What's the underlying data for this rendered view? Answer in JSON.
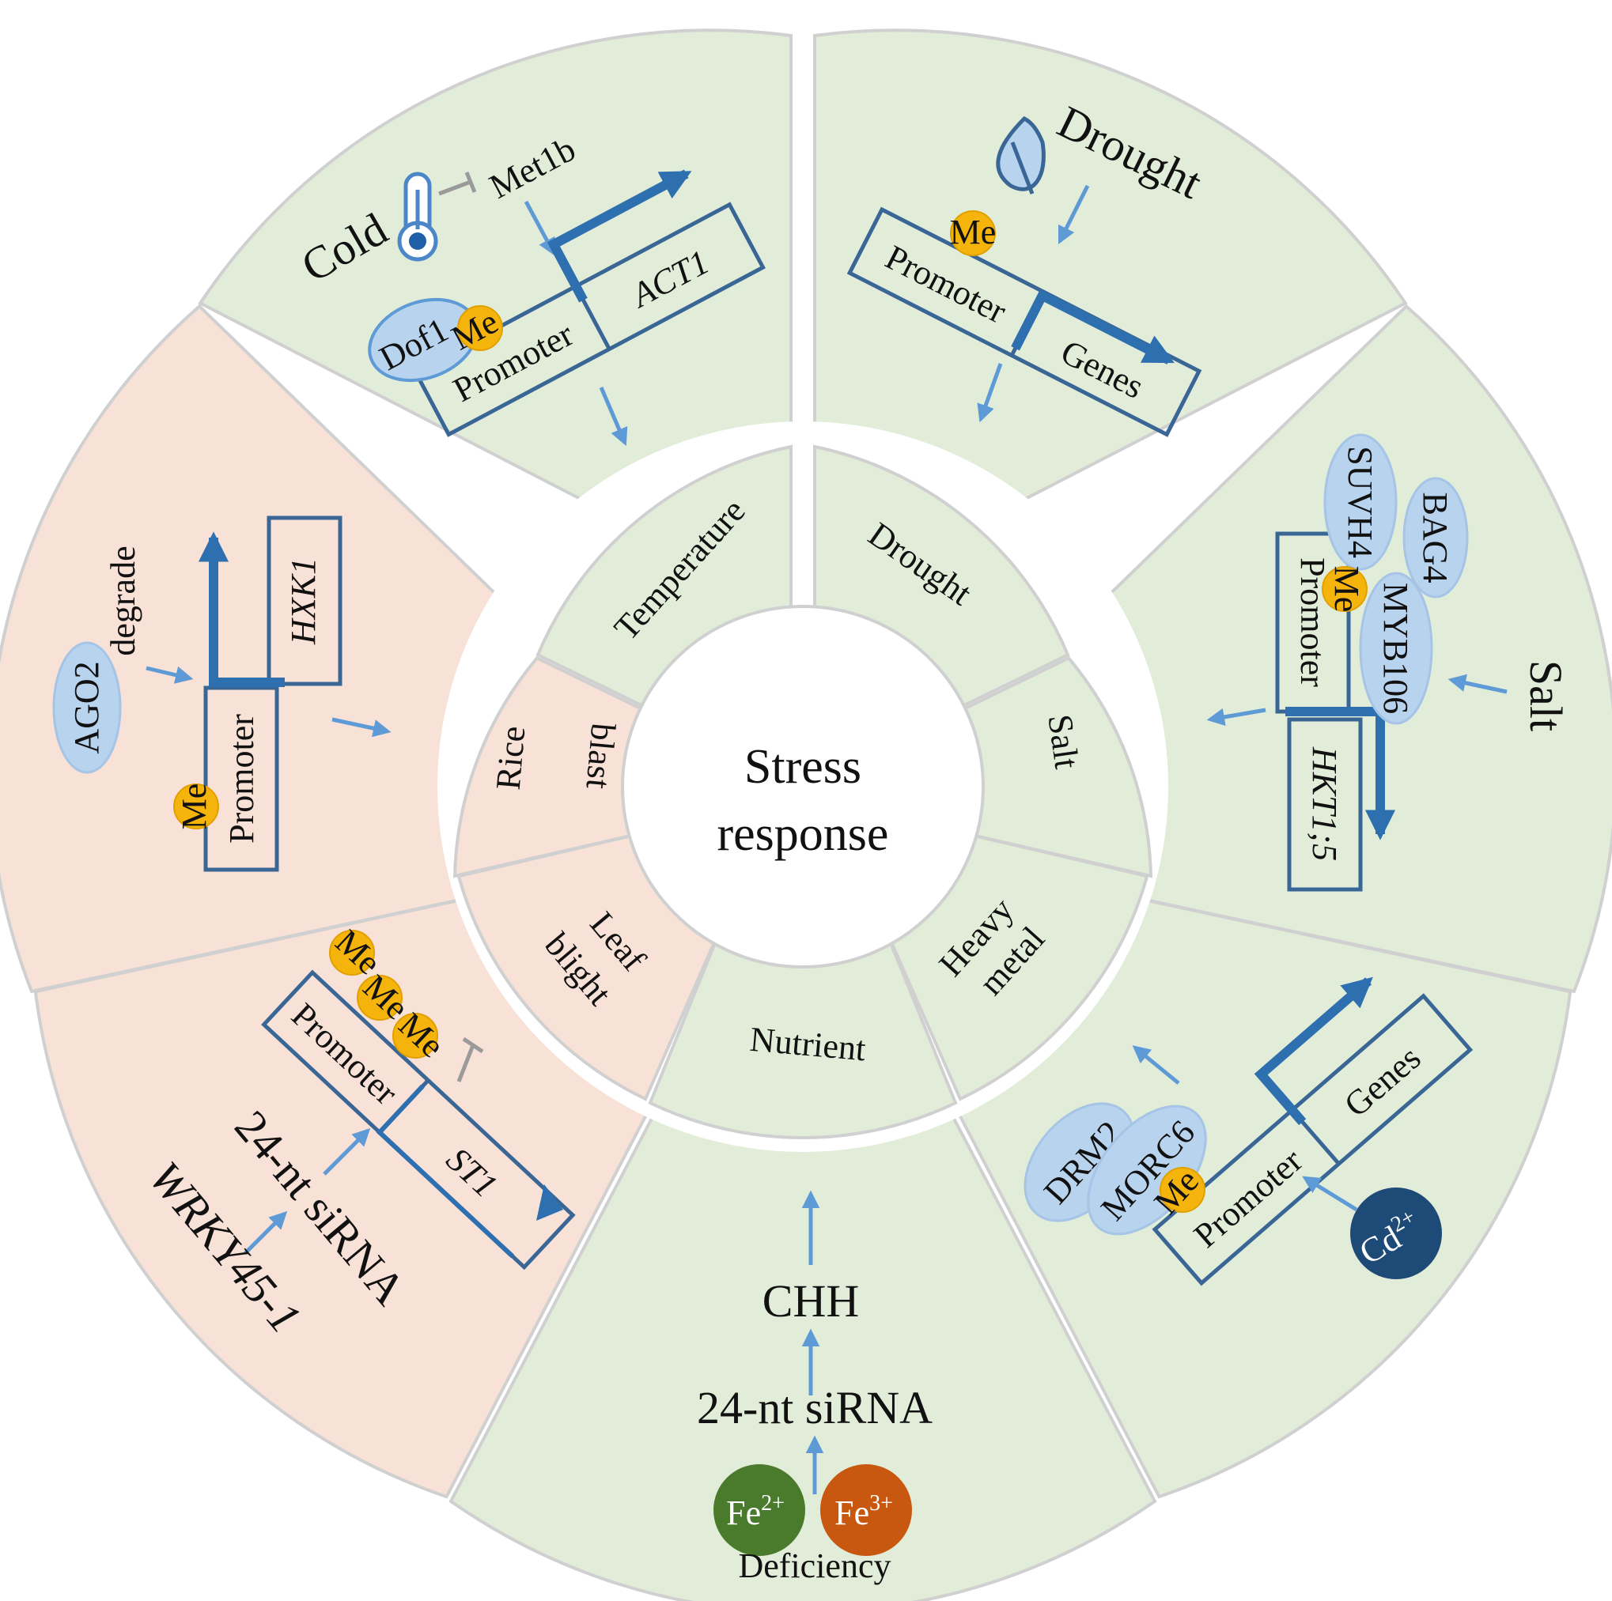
{
  "colors": {
    "green_fill": "#e2edd9",
    "pink_fill": "#f8e1d6",
    "outline": "#d0d0d0",
    "box_stroke": "#3a6696",
    "gene_arrow": "#2e6fb0",
    "signal_arrow": "#5d9ad6",
    "inhibit": "#9a9a9a",
    "methyl": "#f5b40c",
    "protein": "#b8d3ee",
    "fe2": "#4a7a2c",
    "fe3": "#c8580f",
    "cd": "#1e4a78"
  },
  "center": {
    "line1": "Stress",
    "line2": "response"
  },
  "categories": {
    "temperature": "Temperature",
    "drought": "Drought",
    "salt": "Salt",
    "heavy_metal": {
      "line1": "Heavy",
      "line2": "metal"
    },
    "nutrient": "Nutrient",
    "leaf_blight": {
      "line1": "Leaf",
      "line2": "blight"
    },
    "rice_blast": {
      "line1": "Rice",
      "line2": "blast"
    }
  },
  "cold": {
    "stress": "Cold",
    "met": "Met1b",
    "protein": "Dof1",
    "me": "Me",
    "promoter": "Promoter",
    "gene": "ACT1",
    "icon": "thermometer-icon"
  },
  "drought": {
    "stress": "Drought",
    "me": "Me",
    "promoter": "Promoter",
    "gene": "Genes",
    "icon": "leaf-icon"
  },
  "salt": {
    "stress": "Salt",
    "p1": "SUVH4",
    "p2": "BAG4",
    "p3": "MYB106",
    "me": "Me",
    "promoter": "Promoter",
    "gene": "HKT1;5"
  },
  "heavy_metal": {
    "p1": "DRM2",
    "p2": "MORC6",
    "me": "Me",
    "promoter": "Promoter",
    "gene": "Genes",
    "ion": "Cd",
    "ion_charge": "2+"
  },
  "nutrient": {
    "chh": "CHH",
    "sirna": "24-nt siRNA",
    "fe2": "Fe",
    "fe2_charge": "2+",
    "fe3": "Fe",
    "fe3_charge": "3+",
    "deficiency": "Deficiency"
  },
  "leaf_blight": {
    "me": "Me",
    "promoter": "Promoter",
    "gene": "ST1",
    "sirna": "24-nt siRNA",
    "tf": "WRKY45-1"
  },
  "rice_blast": {
    "protein": "AGO2",
    "action": "degrade",
    "me": "Me",
    "promoter": "Promoter",
    "gene": "HXK1"
  }
}
